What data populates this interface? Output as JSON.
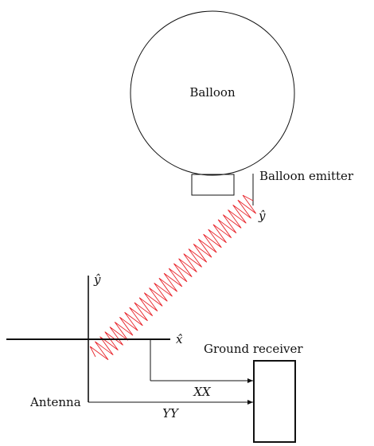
{
  "labels": {
    "balloon": "Balloon",
    "balloon_emitter": "Balloon emitter",
    "ground_receiver": "Ground receiver",
    "antenna": "Antenna",
    "xx": "XX",
    "yy": "YY",
    "x_hat": "x̂",
    "y_hat_ground": "ŷ",
    "y_hat_emitter": "ŷ"
  },
  "colors": {
    "line": "#111111",
    "signal": "#e8232a"
  }
}
